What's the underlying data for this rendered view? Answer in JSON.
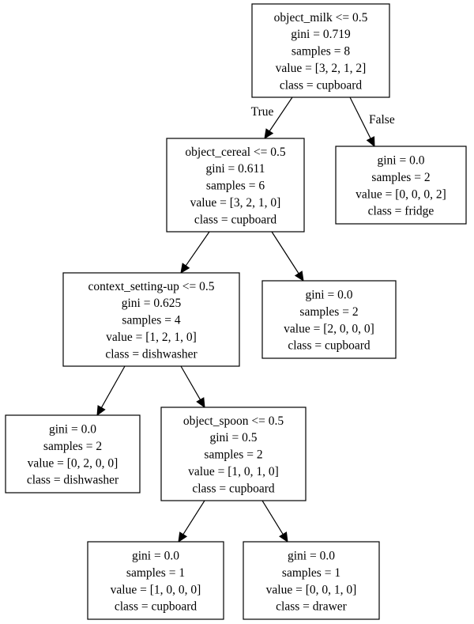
{
  "tree": {
    "nodes": [
      {
        "id": "n0",
        "lines": [
          "object_milk <= 0.5",
          "gini = 0.719",
          "samples = 8",
          "value = [3, 2, 1, 2]",
          "class = cupboard"
        ]
      },
      {
        "id": "n1",
        "lines": [
          "object_cereal <= 0.5",
          "gini = 0.611",
          "samples = 6",
          "value = [3, 2, 1, 0]",
          "class = cupboard"
        ]
      },
      {
        "id": "n2",
        "lines": [
          "gini = 0.0",
          "samples = 2",
          "value = [0, 0, 0, 2]",
          "class = fridge"
        ]
      },
      {
        "id": "n3",
        "lines": [
          "context_setting-up <= 0.5",
          "gini = 0.625",
          "samples = 4",
          "value = [1, 2, 1, 0]",
          "class = dishwasher"
        ]
      },
      {
        "id": "n4",
        "lines": [
          "gini = 0.0",
          "samples = 2",
          "value = [2, 0, 0, 0]",
          "class = cupboard"
        ]
      },
      {
        "id": "n5",
        "lines": [
          "gini = 0.0",
          "samples = 2",
          "value = [0, 2, 0, 0]",
          "class = dishwasher"
        ]
      },
      {
        "id": "n6",
        "lines": [
          "object_spoon <= 0.5",
          "gini = 0.5",
          "samples = 2",
          "value = [1, 0, 1, 0]",
          "class = cupboard"
        ]
      },
      {
        "id": "n7",
        "lines": [
          "gini = 0.0",
          "samples = 1",
          "value = [1, 0, 0, 0]",
          "class = cupboard"
        ]
      },
      {
        "id": "n8",
        "lines": [
          "gini = 0.0",
          "samples = 1",
          "value = [0, 0, 1, 0]",
          "class = drawer"
        ]
      }
    ],
    "edges": [
      {
        "from": "n0",
        "to": "n1",
        "label": "True"
      },
      {
        "from": "n0",
        "to": "n2",
        "label": "False"
      },
      {
        "from": "n1",
        "to": "n3",
        "label": ""
      },
      {
        "from": "n1",
        "to": "n4",
        "label": ""
      },
      {
        "from": "n3",
        "to": "n5",
        "label": ""
      },
      {
        "from": "n3",
        "to": "n6",
        "label": ""
      },
      {
        "from": "n6",
        "to": "n7",
        "label": ""
      },
      {
        "from": "n6",
        "to": "n8",
        "label": ""
      }
    ]
  }
}
